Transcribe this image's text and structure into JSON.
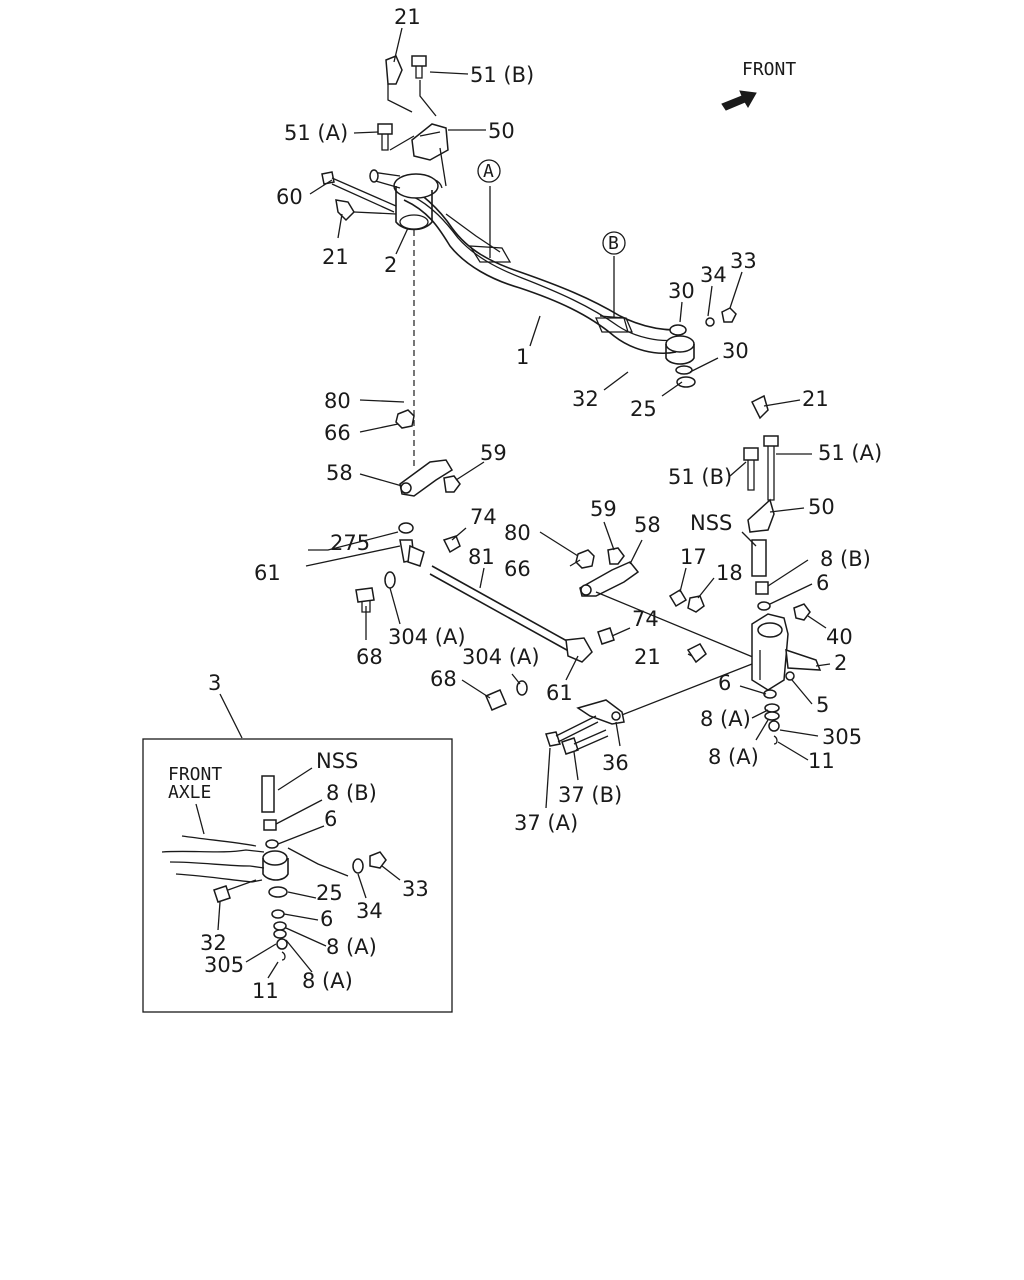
{
  "front_indicator": {
    "label": "FRONT"
  },
  "inset": {
    "ref": "3",
    "caption_line1": "FRONT",
    "caption_line2": "AXLE"
  },
  "callouts": {
    "c21_top": "21",
    "c51b_top": "51 (B)",
    "c51a_top": "51 (A)",
    "c50_top": "50",
    "c60": "60",
    "c21_mid": "21",
    "c2_left": "2",
    "cA": "A",
    "cB": "B",
    "c1": "1",
    "c30_top": "30",
    "c34_top": "34",
    "c33_top": "33",
    "c30_bot": "30",
    "c32_top": "32",
    "c25_top": "25",
    "c80_left": "80",
    "c66_left": "66",
    "c58_left": "58",
    "c59_left": "59",
    "c275": "275",
    "c61_left": "61",
    "c74_left": "74",
    "c81": "81",
    "c68_left": "68",
    "c304a_left": "304 (A)",
    "c80_right": "80",
    "c59_right": "59",
    "c58_right": "58",
    "c66_right": "66",
    "c74_right": "74",
    "c304a_right": "304 (A)",
    "c68_right": "68",
    "c61_right": "61",
    "c21_right": "21",
    "c51b_right": "51 (B)",
    "c51a_right": "51 (A)",
    "c50_right": "50",
    "cNSS_right": "NSS",
    "c8b_right": "8 (B)",
    "c6_right_top": "6",
    "c17": "17",
    "c18": "18",
    "c40": "40",
    "c2_right": "2",
    "c21_knuckle": "21",
    "c6_right_bot": "6",
    "c5": "5",
    "c8a_right_1": "8 (A)",
    "c305_right": "305",
    "c8a_right_2": "8 (A)",
    "c11_right": "11",
    "c36": "36",
    "c37b": "37 (B)",
    "c37a": "37 (A)",
    "cNSS_inset": "NSS",
    "c8b_inset": "8 (B)",
    "c6_inset_top": "6",
    "c33_inset": "33",
    "c34_inset": "34",
    "c25_inset": "25",
    "c6_inset_bot": "6",
    "c32_inset": "32",
    "c8a_inset_1": "8 (A)",
    "c305_inset": "305",
    "c11_inset": "11",
    "c8a_inset_2": "8 (A)"
  }
}
